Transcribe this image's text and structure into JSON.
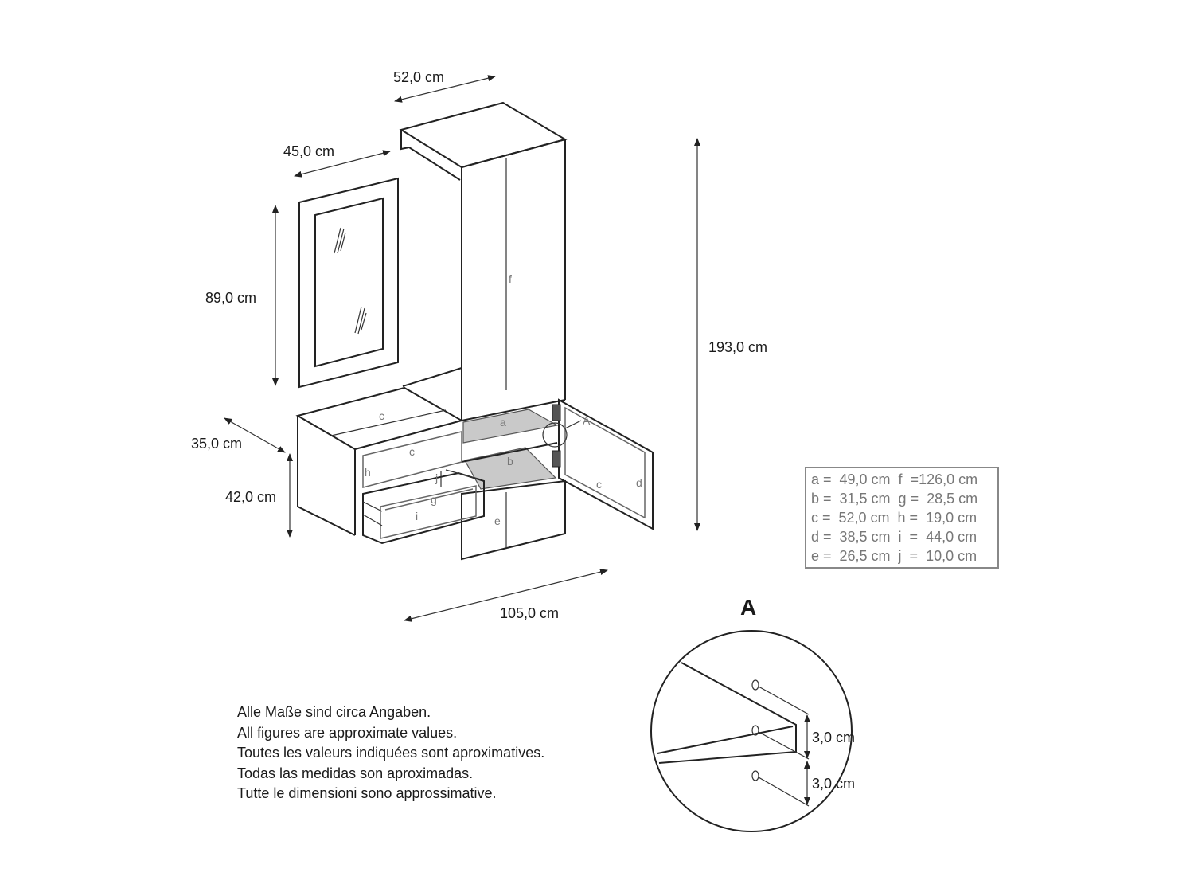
{
  "dimensions": {
    "depth_top": "52,0 cm",
    "mirror_width": "45,0 cm",
    "mirror_height": "89,0 cm",
    "total_height": "193,0 cm",
    "bench_depth": "35,0 cm",
    "bench_height": "42,0 cm",
    "total_width": "105,0 cm"
  },
  "part_labels": {
    "a": "a",
    "b": "b",
    "c": "c",
    "d": "d",
    "e": "e",
    "f": "f",
    "g": "g",
    "h": "h",
    "i": "i",
    "j": "j",
    "detail_marker": "A"
  },
  "legend": [
    "a =  49,0 cm  f  =126,0 cm",
    "b =  31,5 cm  g =  28,5 cm",
    "c =  52,0 cm  h =  19,0 cm",
    "d =  38,5 cm  i  =  44,0 cm",
    "e =  26,5 cm  j  =  10,0 cm"
  ],
  "detail": {
    "title": "A",
    "spacing_1": "3,0 cm",
    "spacing_2": "3,0 cm"
  },
  "notes": [
    "Alle Maße sind circa Angaben.",
    "All figures are approximate values.",
    "Toutes les valeurs indiquées sont aproximatives.",
    "Todas las medidas son aproximadas.",
    "Tutte le dimensioni sono approssimative."
  ]
}
